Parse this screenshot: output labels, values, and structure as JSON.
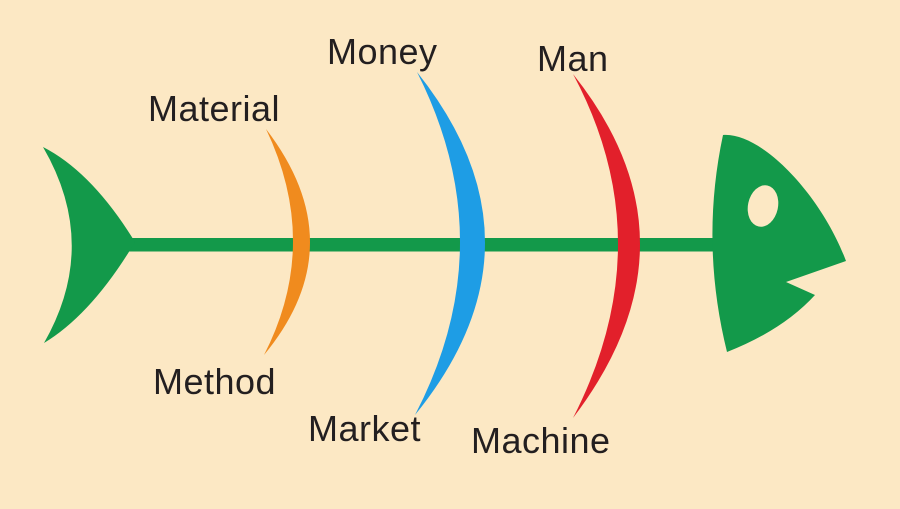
{
  "diagram": {
    "background": "#FCE8C4",
    "text_color": "#231F20",
    "fish": {
      "color": "#13994A",
      "eye_color": "#FCE8C4"
    },
    "bones": [
      {
        "color": "#F08B1E",
        "top_label": "Material",
        "bottom_label": "Method"
      },
      {
        "color": "#1E9DE5",
        "top_label": "Money",
        "bottom_label": "Market"
      },
      {
        "color": "#E2202B",
        "top_label": "Man",
        "bottom_label": "Machine"
      }
    ]
  }
}
